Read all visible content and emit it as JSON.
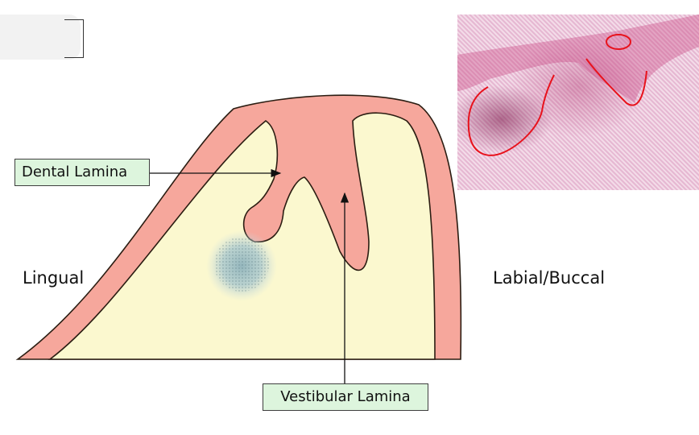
{
  "labels": {
    "dental_lamina": "Dental Lamina",
    "vestibular_lamina": "Vestibular Lamina",
    "lingual": "Lingual",
    "labial_buccal": "Labial/Buccal"
  },
  "colors": {
    "epithelium": "#f6a79c",
    "mesenchyme": "#fbf8cf",
    "outline": "#2b1d12",
    "label_fill": "#ddf5dd",
    "highlight": "#e8121c"
  }
}
